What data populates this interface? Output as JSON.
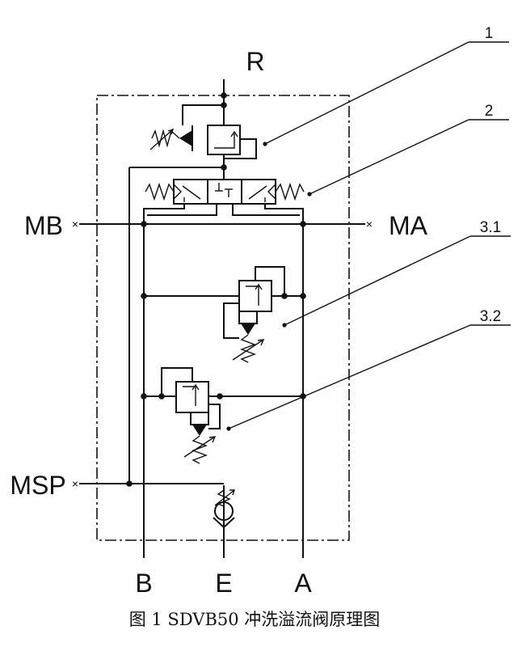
{
  "ports": {
    "top": "R",
    "left_upper": "MB",
    "right_upper": "MA",
    "left_lower": "MSP",
    "bottom_left": "B",
    "bottom_mid": "E",
    "bottom_right": "A"
  },
  "callouts": [
    "1",
    "2",
    "3.1",
    "3.2"
  ],
  "caption": "图 1 SDVB50 冲洗溢流阀原理图"
}
